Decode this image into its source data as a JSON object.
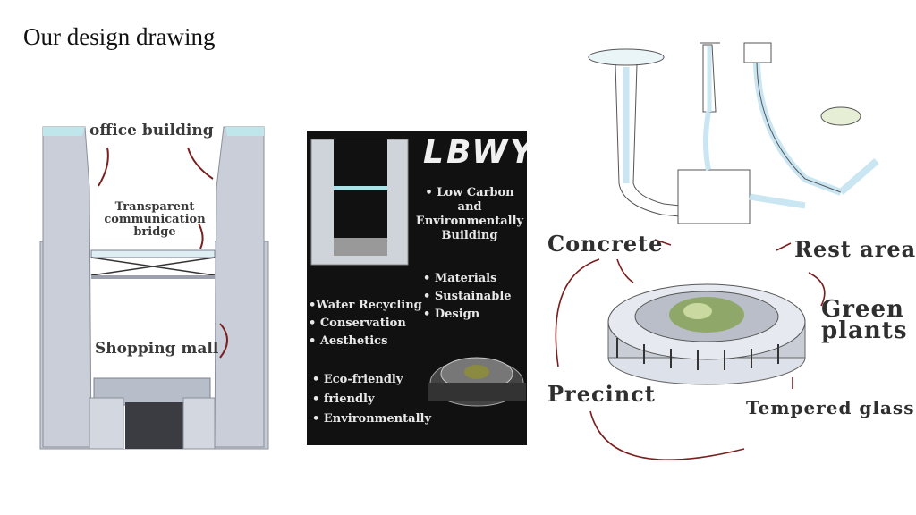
{
  "slide": {
    "title": "Our design drawing"
  },
  "panel1": {
    "office_building": "office building",
    "bridge_line1": "Transparent",
    "bridge_line2": "communication",
    "bridge_line3": "bridge",
    "shopping_mall": "Shopping mall"
  },
  "panel2": {
    "brand": "LBWY",
    "right_1": "• Low Carbon",
    "right_2": "and",
    "right_3": "Environmentally",
    "right_4": "Building",
    "right_5": "• Materials",
    "right_6": "• Sustainable",
    "right_7": "• Design",
    "left_1": "•Water Recycling",
    "left_2": "• Conservation",
    "left_3": "• Aesthetics",
    "left_4": "• Eco-friendly",
    "left_5": "• friendly",
    "left_6": "• Environmentally"
  },
  "panel4": {
    "concrete": "Concrete",
    "rest_area": "Rest area",
    "green_1": "Green",
    "green_2": "plants",
    "precinct": "Precinct",
    "tempered_glass": "Tempered glass"
  },
  "colors": {
    "arrow": "#7a1e1e",
    "glass": "#bfe6ea",
    "pipe": "#c9e6f2",
    "wall": "#c9ced8"
  }
}
